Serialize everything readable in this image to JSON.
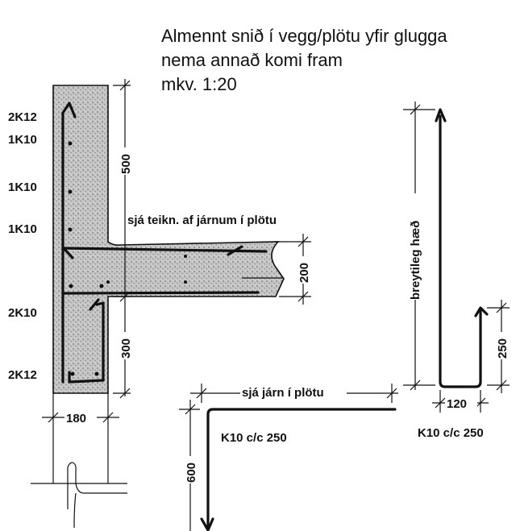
{
  "title": {
    "line1": "Almennt snið í vegg/plötu yfir glugga",
    "line2": "nema annað komi fram",
    "scale": "mkv. 1:20"
  },
  "wall_bars": {
    "top_bar": "2K12",
    "upper_1": "1K10",
    "upper_2": "1K10",
    "upper_3": "1K10",
    "mid_bar": "2K10",
    "bottom_bar": "2K12"
  },
  "dimensions": {
    "wall_top": "500",
    "slab_thickness": "200",
    "wall_bottom": "300",
    "wall_width": "180",
    "hook_height": "250",
    "hook_width": "120",
    "l_bar_leg": "600"
  },
  "notes": {
    "slab_ref": "sjá teikn. af járnum í plötu",
    "slab_bars": "sjá járn í plötu",
    "variable_height": "breytileg hæð"
  },
  "bar_spec": {
    "hook_bar": "K10 c/c 250",
    "l_bar": "K10 c/c 250"
  },
  "colors": {
    "line": "#111111",
    "concrete": "#bdbdbd"
  }
}
